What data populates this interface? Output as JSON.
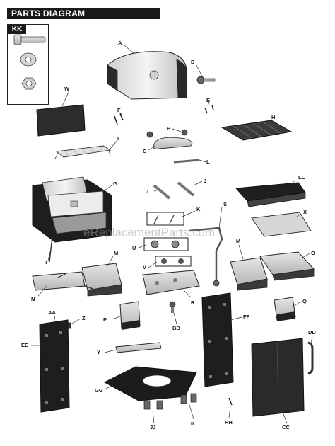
{
  "title": "PARTS DIAGRAM",
  "inset_label": "KK",
  "watermark": "eReplacementParts.com",
  "callouts": {
    "A": "A",
    "B": "B",
    "C": "C",
    "D": "D",
    "E": "E",
    "F": "F",
    "G": "G",
    "H": "H",
    "I": "I",
    "J1": "J",
    "J2": "J",
    "K": "K",
    "L": "L",
    "LL": "LL",
    "M1": "M",
    "M2": "M",
    "N": "N",
    "O": "O",
    "P": "P",
    "Q": "Q",
    "R": "R",
    "S": "S",
    "T": "T",
    "U": "U",
    "V": "V",
    "W": "W",
    "X": "X",
    "Y": "Y",
    "Z": "Z",
    "AA": "AA",
    "BB": "BB",
    "CC": "CC",
    "DD": "DD",
    "EE": "EE",
    "FF": "FF",
    "GG": "GG",
    "HH": "HH",
    "II": "II",
    "JJ": "JJ"
  }
}
